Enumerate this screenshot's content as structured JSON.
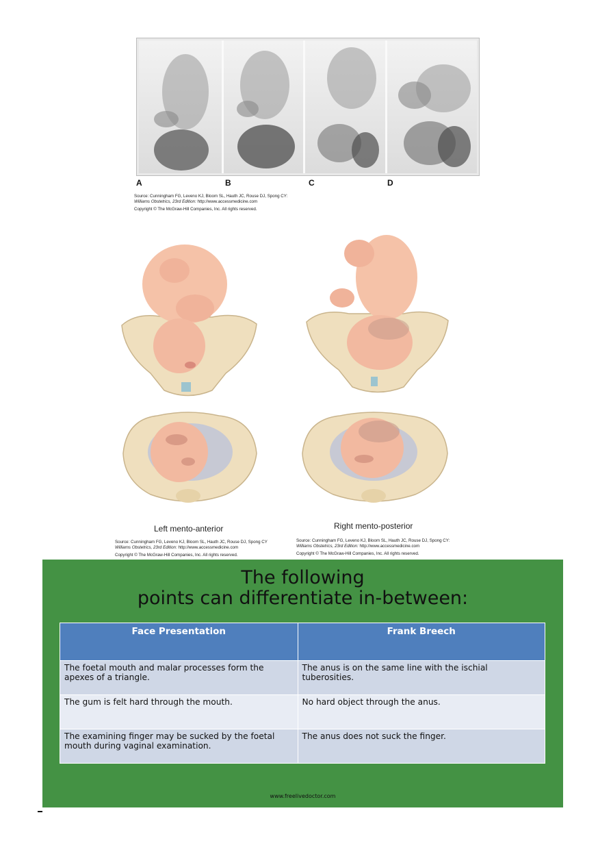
{
  "figure1": {
    "labels": [
      "A",
      "B",
      "C",
      "D"
    ],
    "source_line1": "Source: Cunningham FG, Leveno KJ, Bloom SL, Hauth JC, Rouse DJ, Spong CY:",
    "source_line2_italic": "Williams Obstetrics, 23rd Edition:",
    "source_line2_url": " http://www.accessmedicine.com",
    "copyright": "Copyright © The McGraw-Hill Companies, Inc. All rights reserved."
  },
  "figure2": {
    "left_caption": "Left mento-anterior",
    "right_caption": "Right mento-posterior",
    "left_source_line1": "Source: Cunningham FG, Leveno KJ, Bloom SL, Hauth JC, Rouse DJ, Spong CY",
    "left_source_line2_italic": "Williams Obstetrics, 23rd Edition:",
    "left_source_line2_url": " http://www.accessmedicine.com",
    "left_copyright": "Copyright © The McGraw-Hill Companies, Inc. All rights reserved.",
    "right_source_line1": "Source: Cunningham FG, Leveno KJ, Bloom SL, Hauth JC, Rouse DJ, Spong CY:",
    "right_source_line2_italic": "Williams Obstetrics, 23rd Edition:",
    "right_source_line2_url": " http://www.accessmedicine.com",
    "right_copyright": "Copyright © The McGraw-Hill Companies, Inc. All rights reserved."
  },
  "slide": {
    "title_line1": "The following",
    "title_line2": "points can differentiate in-between:",
    "headers": [
      "Face Presentation",
      "Frank Breech"
    ],
    "rows": [
      [
        "The foetal mouth and malar processes form the apexes of a triangle.",
        "The anus is on the same line with the ischial tuberosities."
      ],
      [
        "The gum is felt hard through the mouth.",
        "No hard object through the anus."
      ],
      [
        "The examining finger may be sucked by the foetal mouth during vaginal examination.",
        "The anus does not suck the finger."
      ]
    ],
    "footer": "www.freelivedoctor.com"
  },
  "colors": {
    "slide_green": "#449244",
    "header_blue": "#4f7fbd",
    "row_dark": "#cfd7e6",
    "row_light": "#e8ecf4",
    "skin": "#f5c2a8",
    "pelvis": "#efdfbe"
  }
}
